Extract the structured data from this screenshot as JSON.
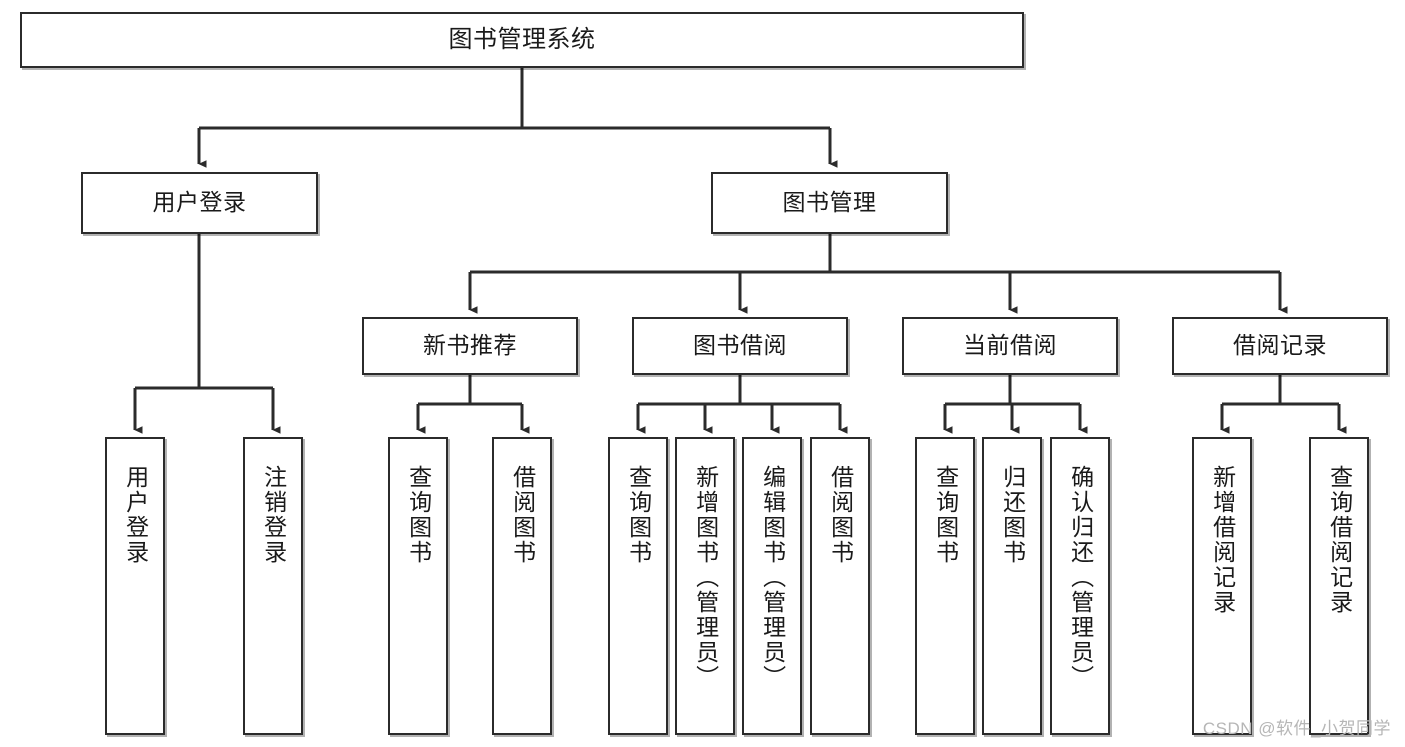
{
  "diagram": {
    "type": "tree",
    "title": "图书管理系统",
    "watermark": "CSDN @软件_小贺同学",
    "colors": {
      "box_border": "#2b2b2b",
      "box_fill": "#ffffff",
      "connector": "#2b2b2b",
      "text": "#1a1a1a",
      "watermark": "#b6b6b6",
      "background": "#ffffff"
    },
    "nodes": {
      "root": {
        "label": "图书管理系统"
      },
      "level2": [
        {
          "id": "user-login",
          "label": "用户登录"
        },
        {
          "id": "book-manage",
          "label": "图书管理"
        }
      ],
      "level3": [
        {
          "id": "new-book-recommend",
          "label": "新书推荐"
        },
        {
          "id": "book-borrow",
          "label": "图书借阅"
        },
        {
          "id": "current-borrow",
          "label": "当前借阅"
        },
        {
          "id": "borrow-record",
          "label": "借阅记录"
        }
      ],
      "leaves": {
        "user-login": [
          {
            "id": "leaf-user-login",
            "label": "用户登录"
          },
          {
            "id": "leaf-logout-login",
            "label": "注销登录"
          }
        ],
        "new-book-recommend": [
          {
            "id": "leaf-query-book-1",
            "label": "查询图书"
          },
          {
            "id": "leaf-borrow-book-1",
            "label": "借阅图书"
          }
        ],
        "book-borrow": [
          {
            "id": "leaf-query-book-2",
            "label": "查询图书"
          },
          {
            "id": "leaf-add-book",
            "label": "新增图书（管理员）"
          },
          {
            "id": "leaf-edit-book",
            "label": "编辑图书（管理员）"
          },
          {
            "id": "leaf-borrow-book-2",
            "label": "借阅图书"
          }
        ],
        "current-borrow": [
          {
            "id": "leaf-query-book-3",
            "label": "查询图书"
          },
          {
            "id": "leaf-return-book",
            "label": "归还图书"
          },
          {
            "id": "leaf-confirm-return",
            "label": "确认归还（管理员）"
          }
        ],
        "borrow-record": [
          {
            "id": "leaf-add-record",
            "label": "新增借阅记录"
          },
          {
            "id": "leaf-query-record",
            "label": "查询借阅记录"
          }
        ]
      }
    }
  }
}
